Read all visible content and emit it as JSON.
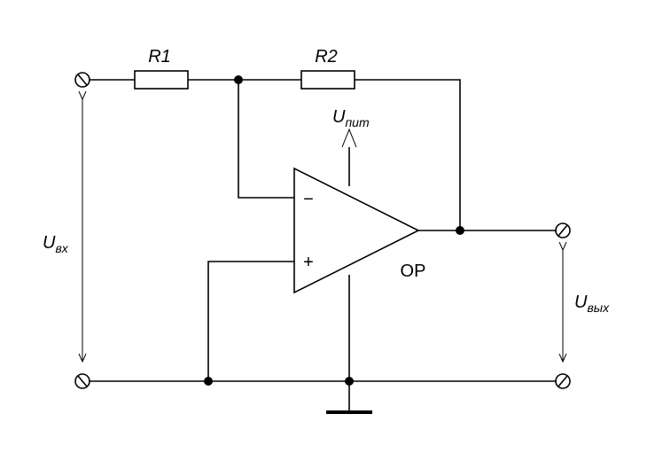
{
  "resistors": {
    "r1": "R1",
    "r2": "R2"
  },
  "opamp": {
    "label": "OP",
    "inverting_sign": "−",
    "noninverting_sign": "+"
  },
  "supply": {
    "symbol": "U",
    "subscript": "пит"
  },
  "input_voltage": {
    "symbol": "U",
    "subscript": "вх"
  },
  "output_voltage": {
    "symbol": "U",
    "subscript": "вых"
  },
  "colors": {
    "line": "#000000",
    "background": "#ffffff"
  }
}
